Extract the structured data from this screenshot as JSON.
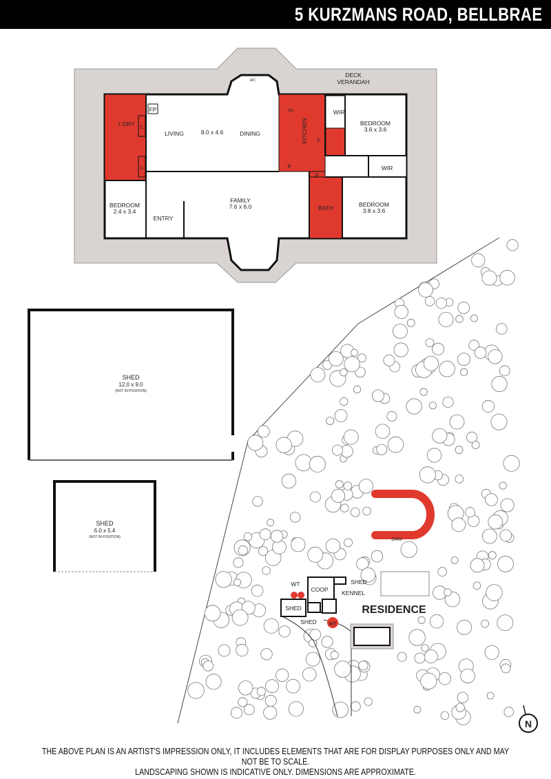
{
  "header": {
    "title": "5 KURZMANS ROAD, BELLBRAE"
  },
  "floorplan": {
    "deck": [
      "DECK",
      "VERANDAH"
    ],
    "ac": "A/C",
    "fp": "FP",
    "laundry": "L'DRY",
    "cupboard": "C",
    "living": "LIVING",
    "living_dims": "8.0 x 4.6",
    "dining": "DINING",
    "kitchen": "KITCHEN",
    "dw": "DW",
    "fridge": "F",
    "pantry": "P",
    "wir": "WIR",
    "bedroom_label": "BEDROOM",
    "bedroom1_dims": "3.6 x 3.6",
    "bedroom2_dims": "2.4 x 3.4",
    "bedroom3_dims": "3.8 x 3.6",
    "family": "FAMILY",
    "family_dims": "7.6 x 6.0",
    "entry": "ENTRY",
    "bath": "BATH"
  },
  "sheds": [
    {
      "label": "SHED",
      "dims": "12.0 x 9.0",
      "note": "(NOT IN POSITION)"
    },
    {
      "label": "SHED",
      "dims": "6.0 x 5.4",
      "note": "(NOT IN POSITION)"
    }
  ],
  "site": {
    "dam": "DAM",
    "wt": "WT",
    "shed": "SHED",
    "coop": "COOP",
    "kennel": "KENNEL",
    "residence": "RESIDENCE",
    "north": "N"
  },
  "colors": {
    "wet_area": "#e03a2f",
    "verandah": "#d9d4d1"
  },
  "disclaimer": {
    "line1": "THE ABOVE PLAN IS AN ARTIST'S IMPRESSION ONLY, IT INCLUDES ELEMENTS THAT ARE FOR DISPLAY PURPOSES ONLY AND MAY NOT BE TO SCALE.",
    "line2": "LANDSCAPING SHOWN IS INDICATIVE ONLY. DIMENSIONS ARE APPROXIMATE."
  }
}
